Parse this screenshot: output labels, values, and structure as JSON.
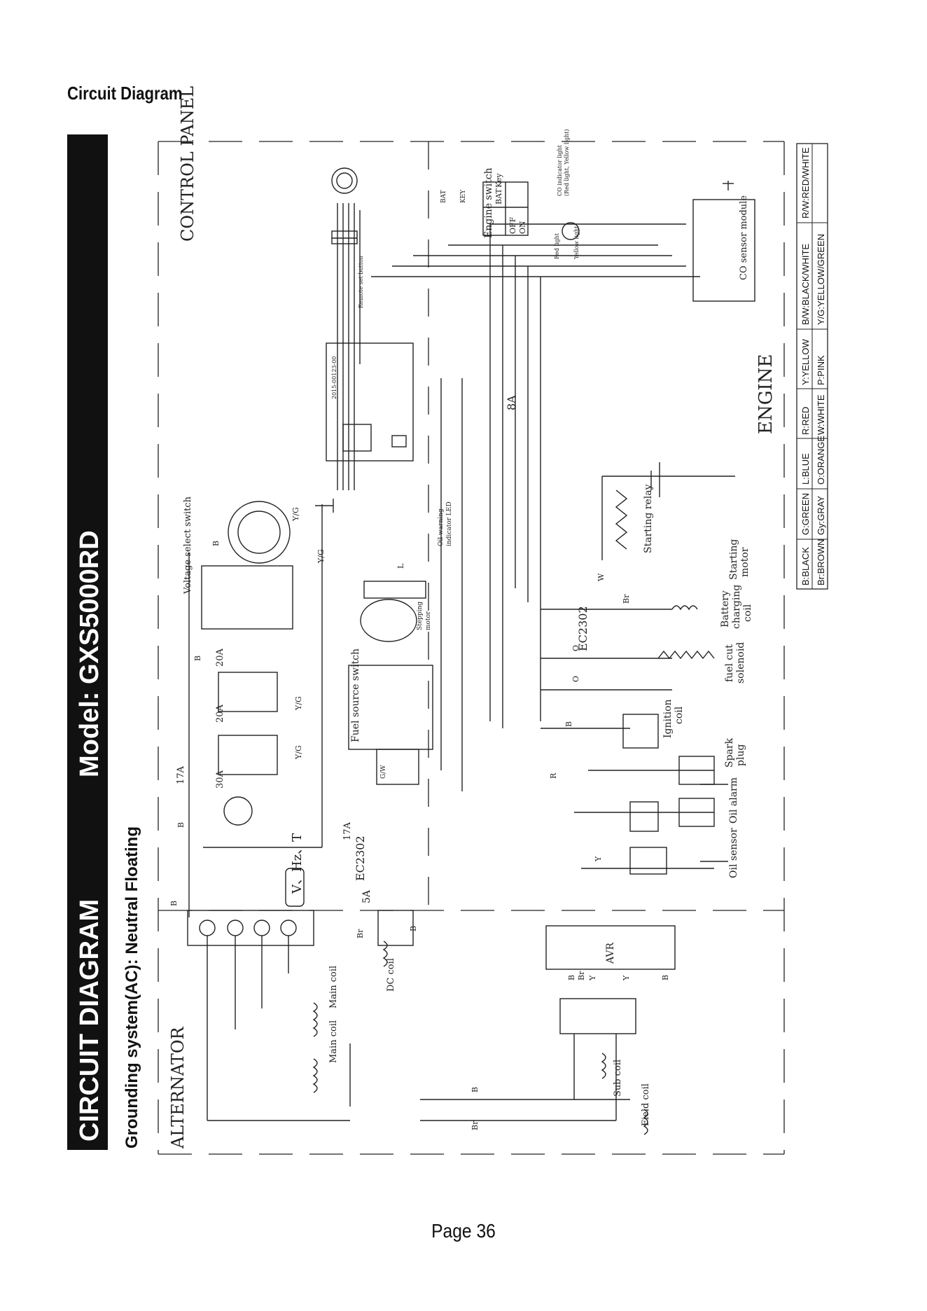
{
  "page": {
    "heading": "Circuit Diagram",
    "page_number": "Page 36"
  },
  "banner": {
    "title": "CIRCUIT DIAGRAM",
    "model": "Model: GXS5000RD",
    "grounding": "Grounding system(AC): Neutral Floating"
  },
  "sections": {
    "control_panel": "CONTROL PANEL",
    "engine": "ENGINE",
    "alternator": "ALTERNATOR"
  },
  "color_legend": [
    [
      "B:BLACK",
      "Br:BROWN"
    ],
    [
      "G:GREEN",
      "Gy:GRAY"
    ],
    [
      "L:BLUE",
      "O:ORANGE"
    ],
    [
      "R:RED",
      "W:WHITE"
    ],
    [
      "Y:YELLOW",
      "P:PINK"
    ],
    [
      "B/W:BLACK/WHITE",
      "Y/G:YELLOW/GREEN"
    ],
    [
      "R/W:RED/WHITE",
      ""
    ]
  ],
  "components": {
    "engine_switch": "Engine switch",
    "switch_bat": "BAT",
    "switch_key": "Key",
    "switch_off": "OFF",
    "switch_on": "ON",
    "terminal_bat": "BAT",
    "terminal_key": "KEY",
    "co_indicator": "CO indicator light",
    "co_indicator_sub": "(Red light, Yellow light)",
    "red_light": "Red light",
    "yellow_light": "Yellow light",
    "co_sensor_module": "CO sensor module",
    "remote_button": "Remote set button",
    "board_code": "2015-00123-00",
    "fuse_8a": "8A",
    "voltage_select_switch": "Voltage select switch",
    "oil_warning": "Oil warning",
    "indicator_led": "indicator LED",
    "stepping_motor": "Stepping",
    "stepping_motor2": "motor",
    "starting_relay": "Starting relay",
    "starting_motor": "Starting",
    "starting_motor2": "motor",
    "battery_charging": "Battery",
    "battery_charging2": "charging",
    "battery_charging3": "coil",
    "ec2302_top": "EC2302",
    "fuel_cut": "fuel cut",
    "fuel_cut2": "solenoid",
    "fuel_source_switch": "Fuel source switch",
    "ignition_coil": "Ignition",
    "ignition_coil2": "coil",
    "spark_plug": "Spark",
    "spark_plug2": "plug",
    "oil_alarm": "Oil alarm",
    "oil_sensor": "Oil sensor",
    "outlet_20a_1": "20A",
    "outlet_20a_2": "20A",
    "outlet_30a": "30A",
    "breaker_17a_1": "17A",
    "breaker_17a_2": "17A",
    "meter": "V、Hz、T",
    "ec2302_bottom": "EC2302",
    "fuse_5a": "5A",
    "dc_coil": "DC coil",
    "main_coil_1": "Main coil",
    "main_coil_2": "Main coil",
    "avr": "AVR",
    "sub_coil": "Sub coil",
    "field_coil": "Field coil"
  },
  "wire_labels": {
    "yg": "Y/G",
    "b": "B",
    "br": "Br",
    "r": "R",
    "o": "O",
    "y": "Y",
    "w": "W",
    "l": "L",
    "gw": "G/W"
  }
}
